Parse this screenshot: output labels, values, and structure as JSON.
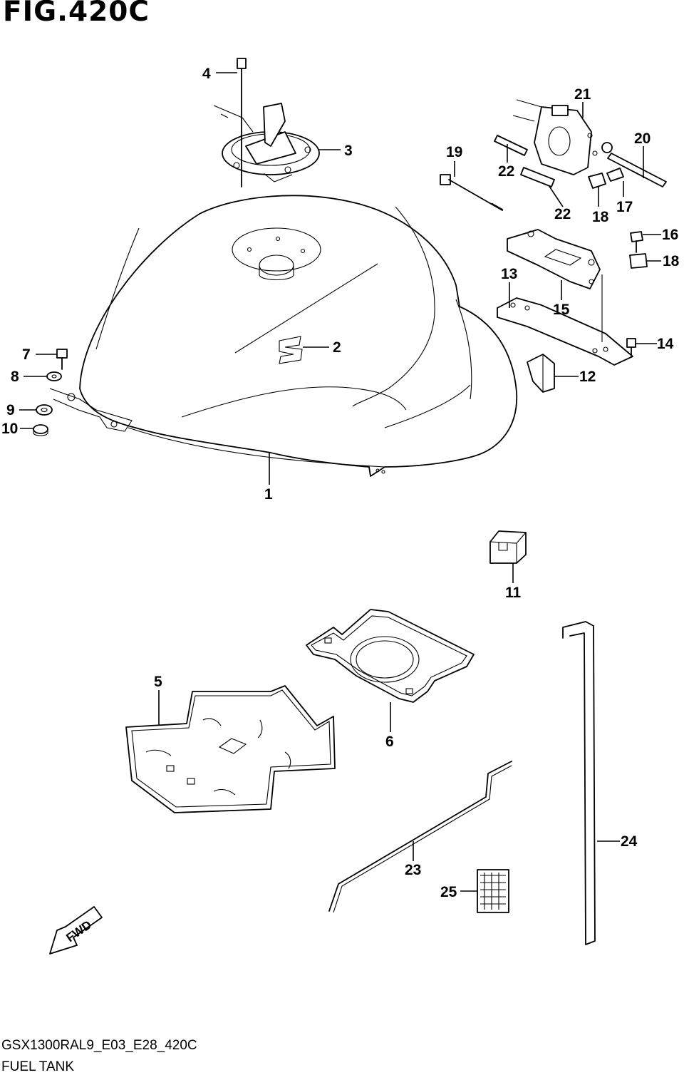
{
  "figure": {
    "title": "FIG.420C"
  },
  "footer": {
    "model_code": "GSX1300RAL9_E03_E28_420C",
    "section_name": "FUEL TANK"
  },
  "fwd_label": "FWD",
  "callouts": {
    "c1": "1",
    "c2": "2",
    "c3": "3",
    "c4": "4",
    "c5": "5",
    "c6": "6",
    "c7": "7",
    "c8": "8",
    "c9": "9",
    "c10": "10",
    "c11": "11",
    "c12": "12",
    "c13": "13",
    "c14": "14",
    "c15": "15",
    "c16": "16",
    "c17": "17",
    "c18a": "18",
    "c18b": "18",
    "c19": "19",
    "c20": "20",
    "c21": "21",
    "c22a": "22",
    "c22b": "22",
    "c23": "23",
    "c24": "24",
    "c25": "25"
  }
}
